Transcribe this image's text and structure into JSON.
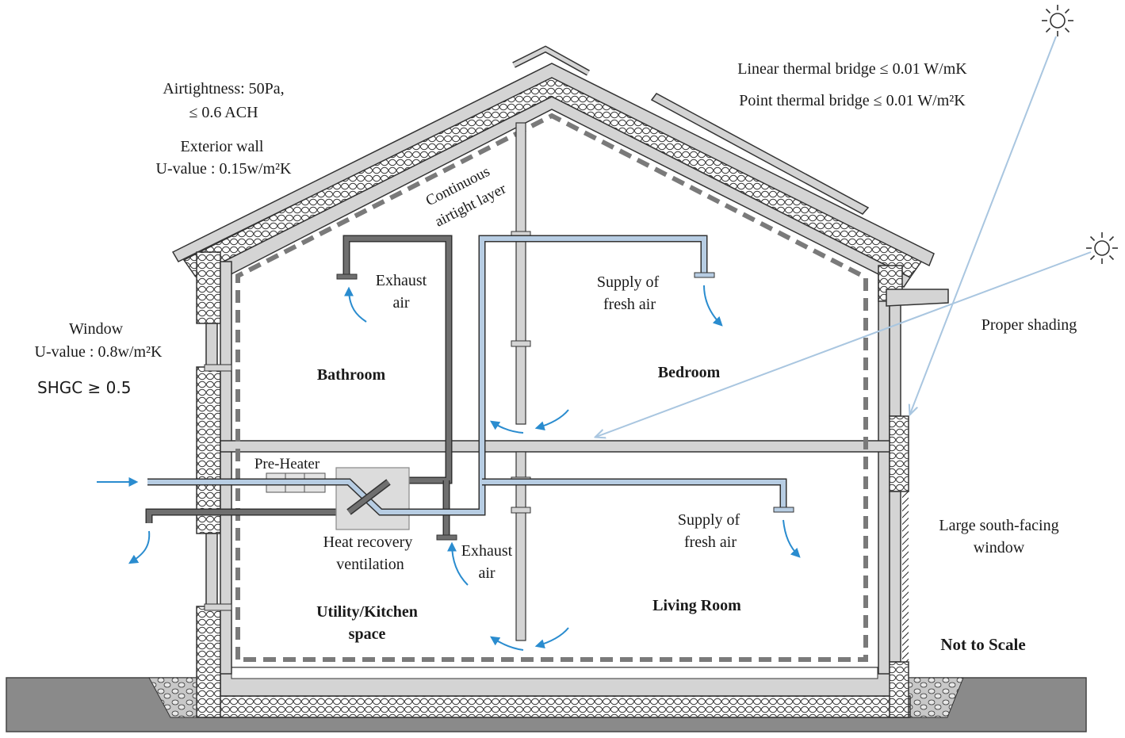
{
  "labels": {
    "airtightness_line1": "Airtightness: 50Pa,",
    "airtightness_line2": "≤  0.6 ACH",
    "exterior_wall_line1": "Exterior wall",
    "exterior_wall_line2": "U-value : 0.15w/m²K",
    "continuous_line1": "Continuous",
    "continuous_line2": "airtight layer",
    "linear_thermal": "Linear thermal bridge ≤ 0.01 W/mK",
    "point_thermal": "Point thermal bridge ≤ 0.01 W/m²K",
    "window_line1": "Window",
    "window_line2": "U-value : 0.8w/m²K",
    "shgc": "SHGC  ≥  0.5",
    "proper_shading": "Proper shading",
    "large_window_line1": "Large south-facing",
    "large_window_line2": "window",
    "not_to_scale": "Not to Scale",
    "exhaust_top_line1": "Exhaust",
    "exhaust_top_line2": "air",
    "supply_top_line1": "Supply of",
    "supply_top_line2": "fresh air",
    "supply_bottom_line1": "Supply of",
    "supply_bottom_line2": "fresh air",
    "exhaust_bottom_line1": "Exhaust",
    "exhaust_bottom_line2": "air",
    "pre_heater": "Pre-Heater",
    "hrv_line1": "Heat recovery",
    "hrv_line2": "ventilation"
  },
  "rooms": {
    "bathroom": "Bathroom",
    "bedroom": "Bedroom",
    "utility_line1": "Utility/Kitchen",
    "utility_line2": "space",
    "living_room": "Living Room"
  },
  "colors": {
    "supply_duct": "#b7cde3",
    "exhaust_duct": "#6f6f6f",
    "airflow_arrow": "#2a8ccf",
    "sun_ray": "#a9c6e0",
    "wall_fill": "#d4d4d4",
    "ground": "#8a8a8a"
  }
}
